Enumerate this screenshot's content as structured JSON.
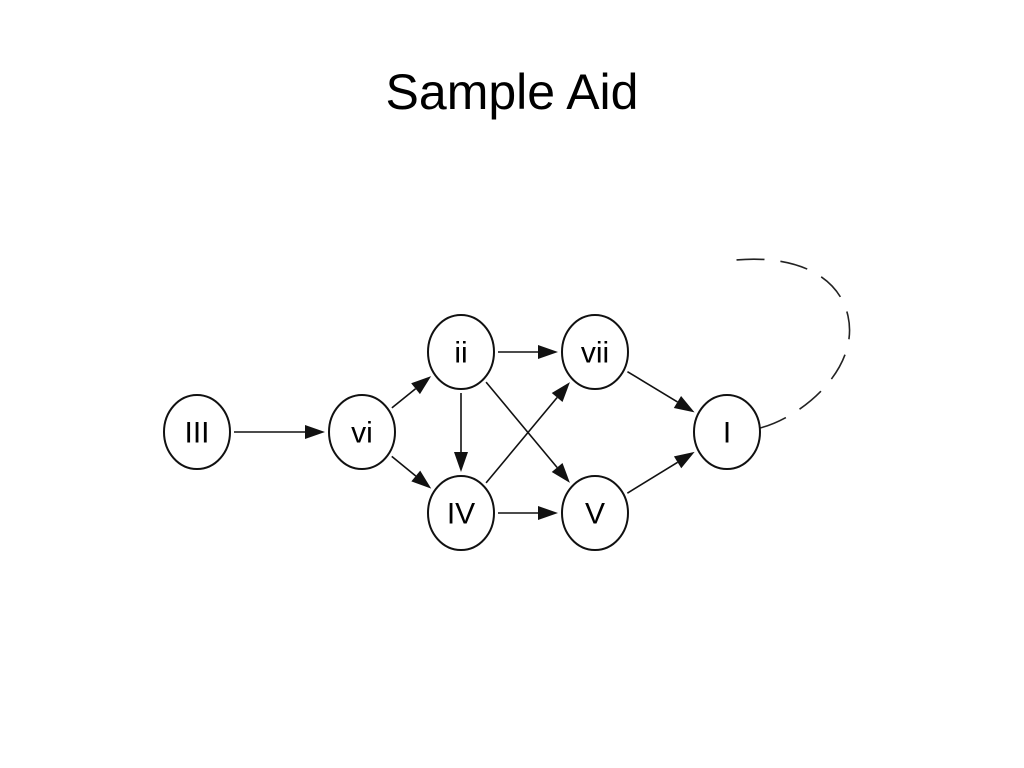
{
  "title": "Sample Aid",
  "nodes": [
    {
      "id": "III",
      "label": "III"
    },
    {
      "id": "vi",
      "label": "vi"
    },
    {
      "id": "ii",
      "label": "ii"
    },
    {
      "id": "IV",
      "label": "IV"
    },
    {
      "id": "vii",
      "label": "vii"
    },
    {
      "id": "V",
      "label": "V"
    },
    {
      "id": "I",
      "label": "I"
    }
  ],
  "edges": [
    {
      "from": "III",
      "to": "vi"
    },
    {
      "from": "vi",
      "to": "ii"
    },
    {
      "from": "vi",
      "to": "IV"
    },
    {
      "from": "ii",
      "to": "vii"
    },
    {
      "from": "ii",
      "to": "IV"
    },
    {
      "from": "ii",
      "to": "V"
    },
    {
      "from": "IV",
      "to": "vii"
    },
    {
      "from": "IV",
      "to": "V"
    },
    {
      "from": "vii",
      "to": "I"
    },
    {
      "from": "V",
      "to": "I"
    }
  ],
  "loop": {
    "from": "I",
    "style": "dashed"
  },
  "colors": {
    "stroke": "#111111",
    "background": "#ffffff"
  }
}
